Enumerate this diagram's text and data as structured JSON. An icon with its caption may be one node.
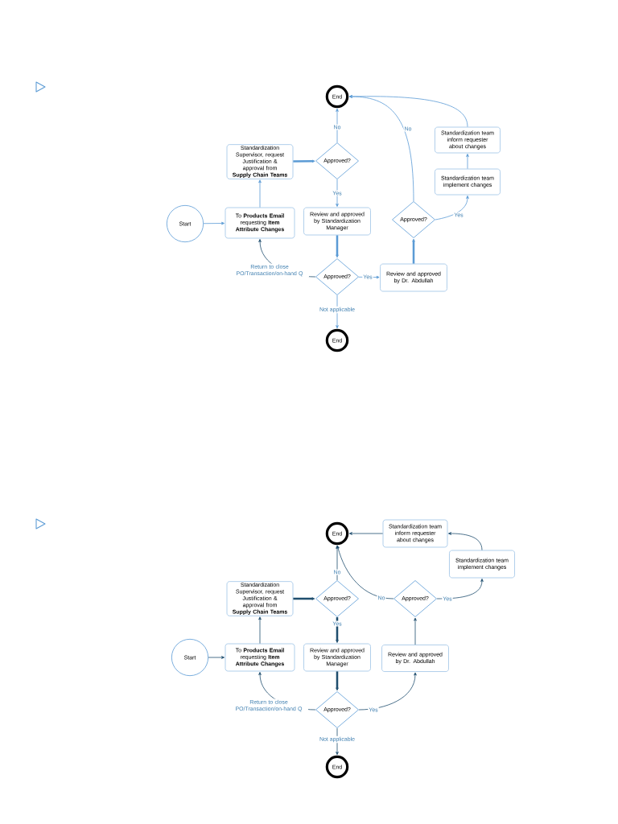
{
  "diagram": {
    "nodes": [
      {
        "text": [
          "Start"
        ]
      },
      {
        "text": [
          "To **Products Email** requesting **Item Attribute Changes**"
        ]
      },
      {
        "text": [
          "Standardization Supervisor, request Justification & approval from **Supply Chain Teams**"
        ]
      },
      {
        "text": [
          "Approved?"
        ]
      },
      {
        "text": [
          "End"
        ]
      },
      {
        "text": [
          "Review and approved by Standardization Manager"
        ]
      },
      {
        "text": [
          "Approved?"
        ]
      },
      {
        "text": [
          "End"
        ]
      },
      {
        "text": [
          "Review and approved by Dr. Abdullah"
        ]
      },
      {
        "text": [
          "Approved?"
        ]
      },
      {
        "text": [
          "Standardization team implement changes"
        ]
      },
      {
        "text": [
          "Standardization team inform requester about changes"
        ]
      },
      {
        "text": [
          "Start"
        ]
      },
      {
        "text": [
          "To **Products Email** requesting **Item Attribute Changes**"
        ]
      },
      {
        "text": [
          "Standardization Supervisor, request Justification & approval from **Supply Chain Teams**"
        ]
      },
      {
        "text": [
          "Approved?"
        ]
      },
      {
        "text": [
          "End"
        ]
      },
      {
        "text": [
          "Review and approved by Standardization Manager"
        ]
      },
      {
        "text": [
          "Approved?"
        ]
      },
      {
        "text": [
          "End"
        ]
      },
      {
        "text": [
          "Review and approved by Dr. Abdullah"
        ]
      },
      {
        "text": [
          "Approved?"
        ]
      },
      {
        "text": [
          "Standardization team implement changes"
        ]
      },
      {
        "text": [
          "Standardization team inform requester about changes"
        ]
      }
    ],
    "edges": [
      {
        "from": 0,
        "to": 1,
        "arrow": "to",
        "color": "#5b9bd5"
      },
      {
        "from": 1,
        "to": 2,
        "arrow": "to",
        "color": "#5b9bd5"
      },
      {
        "from": 2,
        "to": 3,
        "arrow": "to",
        "style": "thick",
        "color": "#5b9bd5"
      },
      {
        "from": 3,
        "to": 4,
        "arrow": "to",
        "label": "No",
        "color": "#5b9bd5"
      },
      {
        "from": 3,
        "to": 5,
        "arrow": "to",
        "label": "Yes",
        "color": "#5b9bd5"
      },
      {
        "from": 5,
        "to": 6,
        "arrow": "to",
        "style": "thick",
        "color": "#5b9bd5"
      },
      {
        "from": 6,
        "to": 8,
        "arrow": "to",
        "label": "Yes",
        "color": "#5b9bd5"
      },
      {
        "from": 6,
        "to": 7,
        "arrow": "to",
        "label": "Not applicable",
        "color": "#5b9bd5"
      },
      {
        "from": 6,
        "to": 1,
        "arrow": "to",
        "label": "Return to close PO/Transaction/on-hand Q",
        "color": "#1f4e6e"
      },
      {
        "from": 8,
        "to": 9,
        "arrow": "to",
        "style": "thick",
        "color": "#5b9bd5"
      },
      {
        "from": 9,
        "to": 4,
        "arrow": "to",
        "label": "No",
        "color": "#5b9bd5"
      },
      {
        "from": 9,
        "to": 10,
        "arrow": "to",
        "label": "Yes",
        "color": "#5b9bd5"
      },
      {
        "from": 10,
        "to": 11,
        "arrow": "to",
        "color": "#5b9bd5"
      },
      {
        "from": 11,
        "to": 4,
        "arrow": "to",
        "color": "#5b9bd5"
      },
      {
        "from": 12,
        "to": 13,
        "arrow": "to",
        "color": "#1f4e6e"
      },
      {
        "from": 13,
        "to": 14,
        "arrow": "to",
        "color": "#1f4e6e"
      },
      {
        "from": 14,
        "to": 15,
        "arrow": "to",
        "style": "thick",
        "color": "#1f4e6e"
      },
      {
        "from": 15,
        "to": 16,
        "arrow": "to",
        "label": "No",
        "color": "#1f4e6e"
      },
      {
        "from": 15,
        "to": 17,
        "arrow": "to",
        "label": "Yes",
        "style": "thick",
        "color": "#1f4e6e"
      },
      {
        "from": 17,
        "to": 18,
        "arrow": "to",
        "style": "thick",
        "color": "#1f4e6e"
      },
      {
        "from": 18,
        "to": 20,
        "arrow": "to",
        "label": "Yes",
        "color": "#1f4e6e"
      },
      {
        "from": 18,
        "to": 19,
        "arrow": "to",
        "label": "Not applicable",
        "color": "#1f4e6e"
      },
      {
        "from": 18,
        "to": 13,
        "arrow": "to",
        "label": "Return to close PO/Transaction/on-hand Q",
        "color": "#1f4e6e"
      },
      {
        "from": 20,
        "to": 21,
        "arrow": "to",
        "color": "#1f4e6e"
      },
      {
        "from": 21,
        "to": 16,
        "arrow": "to",
        "label": "No",
        "color": "#1f4e6e"
      },
      {
        "from": 21,
        "to": 22,
        "arrow": "to",
        "label": "Yes",
        "color": "#1f4e6e"
      },
      {
        "from": 22,
        "to": 23,
        "arrow": "to",
        "color": "#1f4e6e"
      },
      {
        "from": 23,
        "to": 16,
        "arrow": "to",
        "color": "#1f4e6e"
      }
    ]
  }
}
